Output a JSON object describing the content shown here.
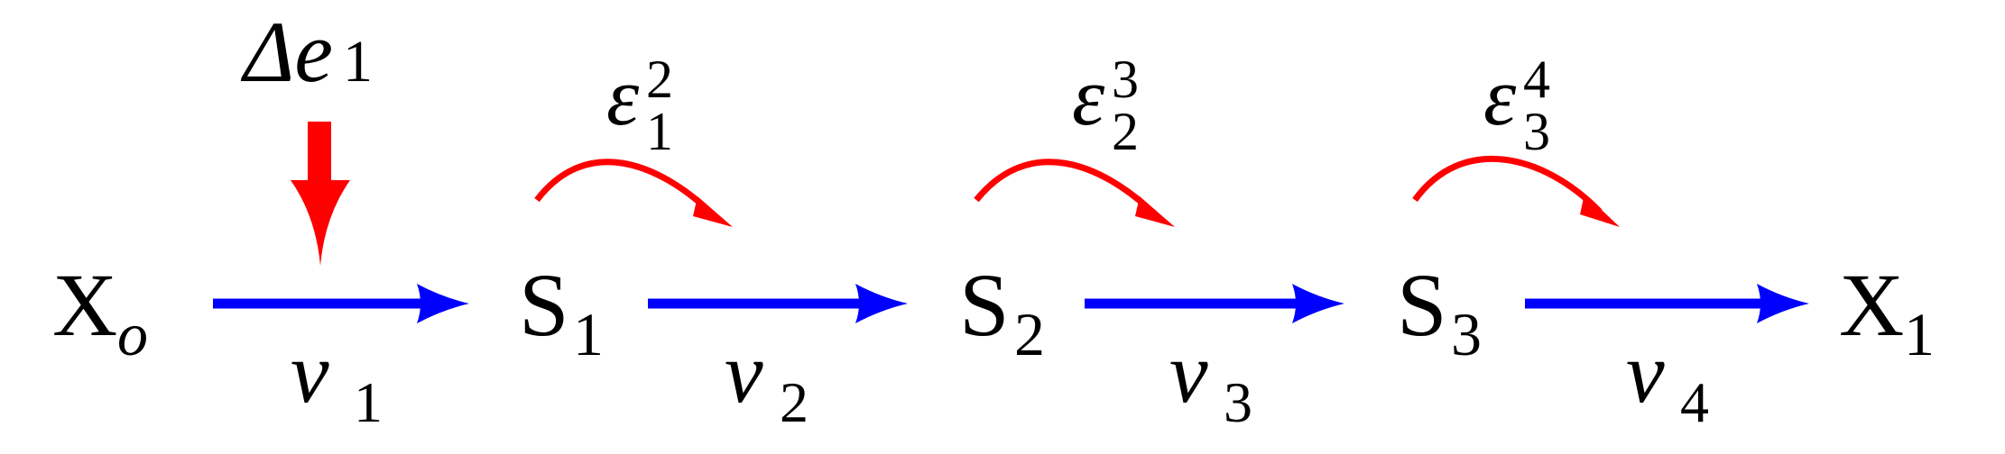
{
  "nodes": [
    {
      "base": "X",
      "sub": "o"
    },
    {
      "base": "S",
      "sub": "1"
    },
    {
      "base": "S",
      "sub": "2"
    },
    {
      "base": "S",
      "sub": "3"
    },
    {
      "base": "X",
      "sub": "1"
    }
  ],
  "reactions": [
    {
      "base": "v",
      "sub": "1"
    },
    {
      "base": "v",
      "sub": "2"
    },
    {
      "base": "v",
      "sub": "3"
    },
    {
      "base": "v",
      "sub": "4"
    }
  ],
  "elasticities": [
    {
      "base": "ε",
      "sub": "1",
      "sup": "2"
    },
    {
      "base": "ε",
      "sub": "2",
      "sup": "3"
    },
    {
      "base": "ε",
      "sub": "3",
      "sup": "4"
    }
  ],
  "perturbation": {
    "base": "Δe",
    "sub": "1"
  },
  "colors": {
    "flux_arrow": "#0000ff",
    "effect_arrow": "#ff0000",
    "text": "#000000"
  }
}
